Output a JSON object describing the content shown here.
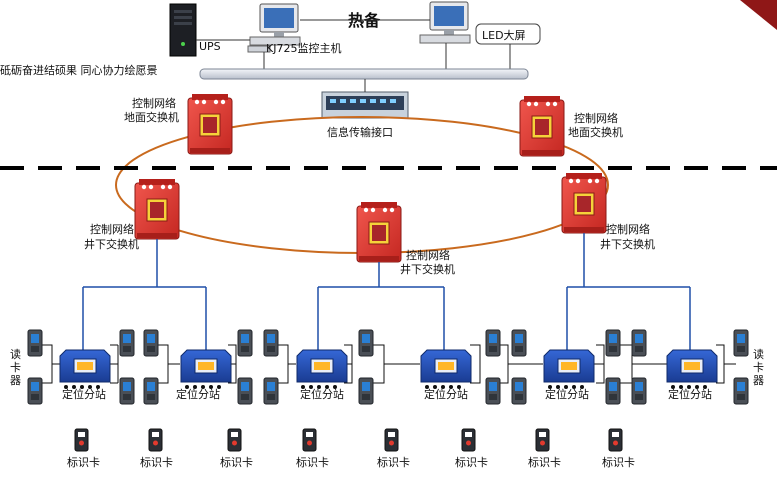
{
  "slogan": "砥砺奋进结硕果 同心协力绘愿景",
  "title": "热备",
  "ups_label": "UPS",
  "host_label": "KJ725监控主机",
  "led_label": "LED大屏",
  "interface_label": "信息传输接口",
  "surface_switch_label": [
    "控制网络",
    "地面交换机"
  ],
  "underground_switch_label": [
    "控制网络",
    "井下交换机"
  ],
  "substation_label": "定位分站",
  "reader_label": [
    "读",
    "卡",
    "器"
  ],
  "tag_label": "标识卡",
  "colors": {
    "switch_red": "#e2342e",
    "ring": "#c96a1e",
    "network_line": "#1f4fa8",
    "substation_blue": "#1f4db3",
    "bus_bar": "#d7dce6"
  }
}
